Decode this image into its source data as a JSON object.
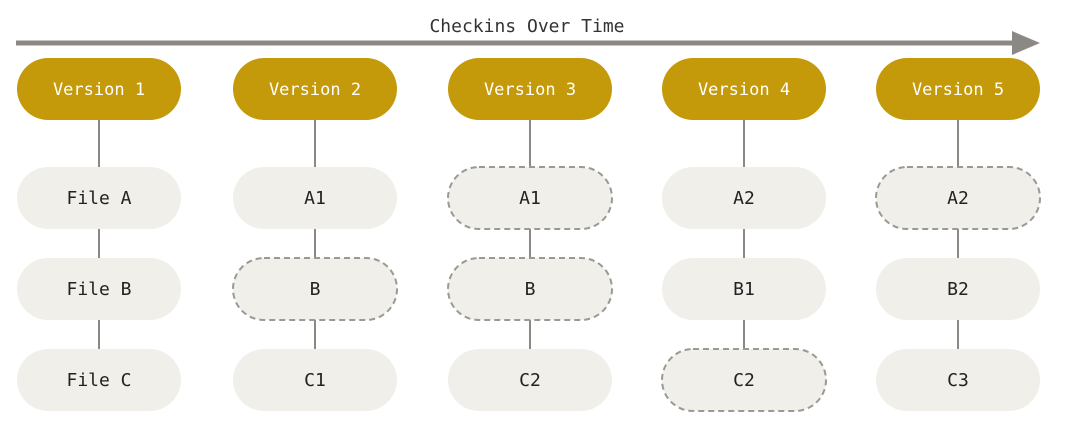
{
  "title": "Checkins Over Time",
  "colors": {
    "arrow": "#8c8985",
    "version_fill": "#c49a0a",
    "file_fill": "#f0efea",
    "connector": "#8c8985",
    "dashed_stroke": "#9a9994"
  },
  "versions": [
    {
      "label": "Version 1",
      "files": [
        {
          "label": "File A",
          "changed": true
        },
        {
          "label": "File B",
          "changed": true
        },
        {
          "label": "File C",
          "changed": true
        }
      ]
    },
    {
      "label": "Version 2",
      "files": [
        {
          "label": "A1",
          "changed": true
        },
        {
          "label": "B",
          "changed": false
        },
        {
          "label": "C1",
          "changed": true
        }
      ]
    },
    {
      "label": "Version 3",
      "files": [
        {
          "label": "A1",
          "changed": false
        },
        {
          "label": "B",
          "changed": false
        },
        {
          "label": "C2",
          "changed": true
        }
      ]
    },
    {
      "label": "Version 4",
      "files": [
        {
          "label": "A2",
          "changed": true
        },
        {
          "label": "B1",
          "changed": true
        },
        {
          "label": "C2",
          "changed": false
        }
      ]
    },
    {
      "label": "Version 5",
      "files": [
        {
          "label": "A2",
          "changed": false
        },
        {
          "label": "B2",
          "changed": true
        },
        {
          "label": "C3",
          "changed": true
        }
      ]
    }
  ]
}
